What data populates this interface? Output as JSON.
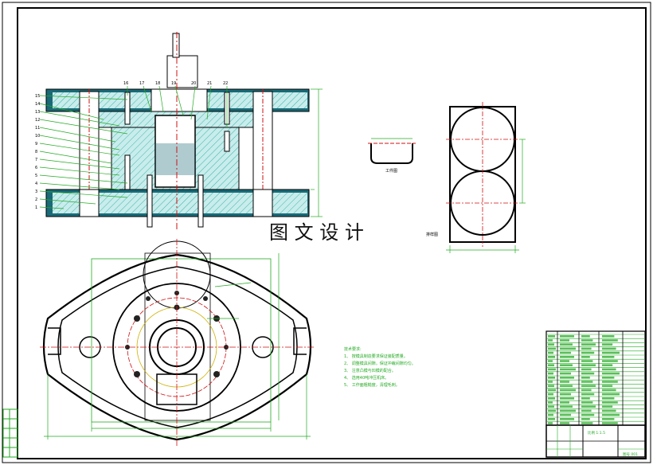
{
  "watermark": "图 文 设 计",
  "workpiece_view": {
    "label": "工件图"
  },
  "layout_view": {
    "label": "排样图"
  },
  "section_view": {
    "part_numbers_left": [
      "15",
      "14",
      "13",
      "12",
      "11",
      "10",
      "9",
      "8",
      "7",
      "6",
      "5",
      "4",
      "3",
      "2",
      "1"
    ],
    "part_numbers_top": [
      "16",
      "17",
      "18",
      "19",
      "20",
      "21",
      "22"
    ]
  },
  "technical_requirements": {
    "title": "技术要求:",
    "items": [
      "1、 按模具制造要求保证装配质量。",
      "2、 调整模具间隙，保证冲裁间隙均匀。",
      "3、 注意凸模与凹模的配合。",
      "4、 选用40吨冲压机床。",
      "5、 工作面粗糙度，清理毛刺。"
    ]
  },
  "title_block": {
    "scale": "比例 1:1.5",
    "drawing_number": "图号 001"
  },
  "colors": {
    "outline": "#000000",
    "section_fill": "#1a6b78",
    "hatch": "#3bb7a8",
    "dimension": "#00a000",
    "centerline": "#d01010",
    "axis_yellow": "#d0b000"
  }
}
